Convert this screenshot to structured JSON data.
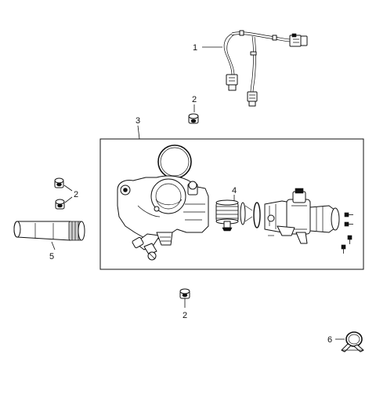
{
  "callouts": {
    "c1": "1",
    "c2a": "2",
    "c2b": "2",
    "c2c": "2",
    "c3": "3",
    "c4": "4",
    "c5": "5",
    "c6": "6"
  }
}
